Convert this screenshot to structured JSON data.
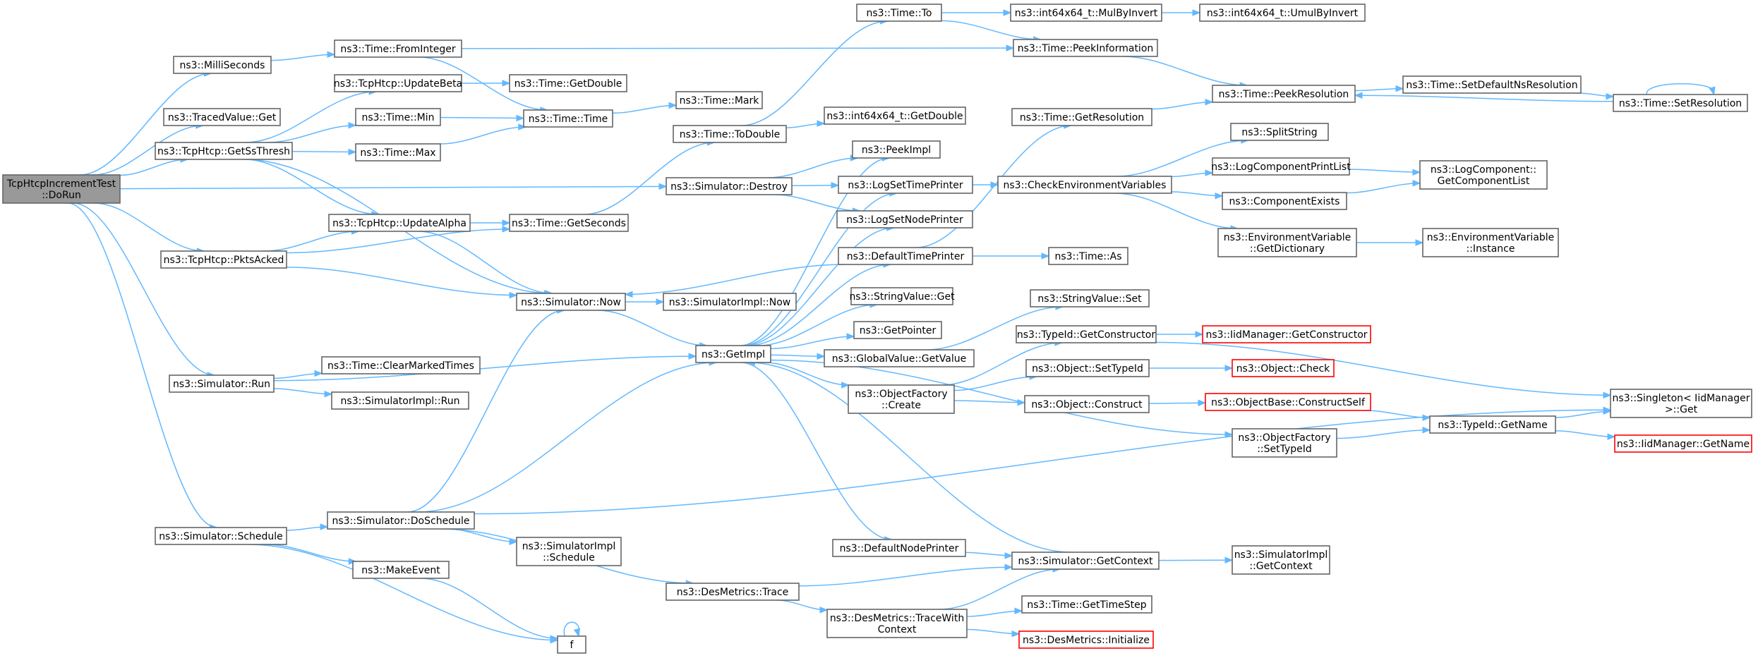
{
  "colors": {
    "edge": "#63b8ff",
    "node_border": "#666666",
    "node_fill": "#ffffff",
    "root_fill": "#999999",
    "root_border": "#666666",
    "truncated_border": "#ff0000"
  },
  "nodes": [
    {
      "id": "root",
      "lines": [
        "TcpHtcpIncrementTest",
        "::DoRun"
      ],
      "kind": "root"
    },
    {
      "id": "milliseconds",
      "lines": [
        "ns3::MilliSeconds"
      ]
    },
    {
      "id": "fromInteger",
      "lines": [
        "ns3::Time::FromInteger"
      ]
    },
    {
      "id": "tracedGet",
      "lines": [
        "ns3::TracedValue::Get"
      ]
    },
    {
      "id": "updateBeta",
      "lines": [
        "ns3::TcpHtcp::UpdateBeta"
      ]
    },
    {
      "id": "timeGetDouble",
      "lines": [
        "ns3::Time::GetDouble"
      ]
    },
    {
      "id": "timeMin",
      "lines": [
        "ns3::Time::Min"
      ]
    },
    {
      "id": "timeTime",
      "lines": [
        "ns3::Time::Time"
      ]
    },
    {
      "id": "timeMark",
      "lines": [
        "ns3::Time::Mark"
      ]
    },
    {
      "id": "getSsThresh",
      "lines": [
        "ns3::TcpHtcp::GetSsThresh"
      ]
    },
    {
      "id": "timeMax",
      "lines": [
        "ns3::Time::Max"
      ]
    },
    {
      "id": "timeTo",
      "lines": [
        "ns3::Time::To"
      ]
    },
    {
      "id": "mulByInvert",
      "lines": [
        "ns3::int64x64_t::MulByInvert"
      ]
    },
    {
      "id": "umulByInvert",
      "lines": [
        "ns3::int64x64_t::UmulByInvert"
      ]
    },
    {
      "id": "peekInformation",
      "lines": [
        "ns3::Time::PeekInformation"
      ]
    },
    {
      "id": "peekResolution",
      "lines": [
        "ns3::Time::PeekResolution"
      ]
    },
    {
      "id": "setDefaultNsRes",
      "lines": [
        "ns3::Time::SetDefaultNsResolution"
      ]
    },
    {
      "id": "setResolution",
      "lines": [
        "ns3::Time::SetResolution"
      ]
    },
    {
      "id": "toDouble",
      "lines": [
        "ns3::Time::ToDouble"
      ]
    },
    {
      "id": "int64GetDouble",
      "lines": [
        "ns3::int64x64_t::GetDouble"
      ]
    },
    {
      "id": "timeGetResolution",
      "lines": [
        "ns3::Time::GetResolution"
      ]
    },
    {
      "id": "peekImpl",
      "lines": [
        "ns3::PeekImpl"
      ]
    },
    {
      "id": "splitString",
      "lines": [
        "ns3::SplitString"
      ]
    },
    {
      "id": "simDestroy",
      "lines": [
        "ns3::Simulator::Destroy"
      ]
    },
    {
      "id": "logSetTimePrinter",
      "lines": [
        "ns3::LogSetTimePrinter"
      ]
    },
    {
      "id": "checkEnvVars",
      "lines": [
        "ns3::CheckEnvironmentVariables"
      ]
    },
    {
      "id": "logCompPrintList",
      "lines": [
        "ns3::LogComponentPrintList"
      ]
    },
    {
      "id": "logCompGetList",
      "lines": [
        "ns3::LogComponent::",
        "GetComponentList"
      ]
    },
    {
      "id": "logSetNodePrinter",
      "lines": [
        "ns3::LogSetNodePrinter"
      ]
    },
    {
      "id": "componentExists",
      "lines": [
        "ns3::ComponentExists"
      ]
    },
    {
      "id": "updateAlpha",
      "lines": [
        "ns3::TcpHtcp::UpdateAlpha"
      ]
    },
    {
      "id": "timeGetSeconds",
      "lines": [
        "ns3::Time::GetSeconds"
      ]
    },
    {
      "id": "envVarGetDict",
      "lines": [
        "ns3::EnvironmentVariable",
        "::GetDictionary"
      ]
    },
    {
      "id": "envVarInstance",
      "lines": [
        "ns3::EnvironmentVariable",
        "::Instance"
      ]
    },
    {
      "id": "pktsAcked",
      "lines": [
        "ns3::TcpHtcp::PktsAcked"
      ]
    },
    {
      "id": "defaultTimePrinter",
      "lines": [
        "ns3::DefaultTimePrinter"
      ]
    },
    {
      "id": "timeAs",
      "lines": [
        "ns3::Time::As"
      ]
    },
    {
      "id": "simNow",
      "lines": [
        "ns3::Simulator::Now"
      ]
    },
    {
      "id": "simImplNow",
      "lines": [
        "ns3::SimulatorImpl::Now"
      ]
    },
    {
      "id": "stringValueGet",
      "lines": [
        "ns3::StringValue::Get"
      ]
    },
    {
      "id": "stringValueSet",
      "lines": [
        "ns3::StringValue::Set"
      ]
    },
    {
      "id": "getPointer",
      "lines": [
        "ns3::GetPointer"
      ]
    },
    {
      "id": "typeIdGetConstructor",
      "lines": [
        "ns3::TypeId::GetConstructor"
      ]
    },
    {
      "id": "iidGetConstructor",
      "lines": [
        "ns3::IidManager::GetConstructor"
      ],
      "kind": "truncated"
    },
    {
      "id": "getImpl",
      "lines": [
        "ns3::GetImpl"
      ]
    },
    {
      "id": "globalValueGetValue",
      "lines": [
        "ns3::GlobalValue::GetValue"
      ]
    },
    {
      "id": "objectSetTypeId",
      "lines": [
        "ns3::Object::SetTypeId"
      ]
    },
    {
      "id": "objectCheck",
      "lines": [
        "ns3::Object::Check"
      ],
      "kind": "truncated"
    },
    {
      "id": "clearMarkedTimes",
      "lines": [
        "ns3::Time::ClearMarkedTimes"
      ]
    },
    {
      "id": "simRun",
      "lines": [
        "ns3::Simulator::Run"
      ]
    },
    {
      "id": "objFactoryCreate",
      "lines": [
        "ns3::ObjectFactory",
        "::Create"
      ]
    },
    {
      "id": "objectConstruct",
      "lines": [
        "ns3::Object::Construct"
      ]
    },
    {
      "id": "constructSelf",
      "lines": [
        "ns3::ObjectBase::ConstructSelf"
      ],
      "kind": "truncated"
    },
    {
      "id": "singletonGet",
      "lines": [
        "ns3::Singleton< IidManager",
        " >::Get"
      ]
    },
    {
      "id": "simImplRun",
      "lines": [
        "ns3::SimulatorImpl::Run"
      ]
    },
    {
      "id": "typeIdGetName",
      "lines": [
        "ns3::TypeId::GetName"
      ]
    },
    {
      "id": "objFactorySetTypeId",
      "lines": [
        "ns3::ObjectFactory",
        "::SetTypeId"
      ]
    },
    {
      "id": "iidGetName",
      "lines": [
        "ns3::IidManager::GetName"
      ],
      "kind": "truncated"
    },
    {
      "id": "simSchedule",
      "lines": [
        "ns3::Simulator::Schedule"
      ]
    },
    {
      "id": "simDoSchedule",
      "lines": [
        "ns3::Simulator::DoSchedule"
      ]
    },
    {
      "id": "simImplSchedule",
      "lines": [
        "ns3::SimulatorImpl",
        "::Schedule"
      ]
    },
    {
      "id": "defaultNodePrinter",
      "lines": [
        "ns3::DefaultNodePrinter"
      ]
    },
    {
      "id": "simGetContext",
      "lines": [
        "ns3::Simulator::GetContext"
      ]
    },
    {
      "id": "simImplGetContext",
      "lines": [
        "ns3::SimulatorImpl",
        "::GetContext"
      ]
    },
    {
      "id": "makeEvent",
      "lines": [
        "ns3::MakeEvent"
      ]
    },
    {
      "id": "desTrace",
      "lines": [
        "ns3::DesMetrics::Trace"
      ]
    },
    {
      "id": "desTraceWithContext",
      "lines": [
        "ns3::DesMetrics::TraceWith",
        "Context"
      ]
    },
    {
      "id": "timeGetTimeStep",
      "lines": [
        "ns3::Time::GetTimeStep"
      ]
    },
    {
      "id": "desInitialize",
      "lines": [
        "ns3::DesMetrics::Initialize"
      ],
      "kind": "truncated"
    },
    {
      "id": "f",
      "lines": [
        "f"
      ]
    }
  ],
  "edges": [
    [
      "root",
      "milliseconds"
    ],
    [
      "root",
      "tracedGet"
    ],
    [
      "root",
      "getSsThresh"
    ],
    [
      "root",
      "simDestroy"
    ],
    [
      "root",
      "pktsAcked"
    ],
    [
      "root",
      "simRun"
    ],
    [
      "root",
      "simSchedule"
    ],
    [
      "milliseconds",
      "fromInteger"
    ],
    [
      "fromInteger",
      "timeTime"
    ],
    [
      "fromInteger",
      "peekInformation"
    ],
    [
      "getSsThresh",
      "updateBeta"
    ],
    [
      "getSsThresh",
      "timeMin"
    ],
    [
      "getSsThresh",
      "timeMax"
    ],
    [
      "getSsThresh",
      "updateAlpha"
    ],
    [
      "getSsThresh",
      "simNow"
    ],
    [
      "updateBeta",
      "timeGetDouble"
    ],
    [
      "timeMin",
      "timeTime"
    ],
    [
      "timeMax",
      "timeTime"
    ],
    [
      "timeTime",
      "timeMark"
    ],
    [
      "timeTo",
      "mulByInvert"
    ],
    [
      "timeTo",
      "peekInformation"
    ],
    [
      "mulByInvert",
      "umulByInvert"
    ],
    [
      "peekInformation",
      "peekResolution"
    ],
    [
      "peekResolution",
      "setDefaultNsRes"
    ],
    [
      "setDefaultNsRes",
      "setResolution"
    ],
    [
      "setResolution",
      "peekResolution"
    ],
    [
      "setResolution",
      "setResolution"
    ],
    [
      "toDouble",
      "timeTo"
    ],
    [
      "toDouble",
      "int64GetDouble"
    ],
    [
      "timeGetResolution",
      "peekResolution"
    ],
    [
      "simDestroy",
      "peekImpl"
    ],
    [
      "simDestroy",
      "logSetTimePrinter"
    ],
    [
      "simDestroy",
      "logSetNodePrinter"
    ],
    [
      "logSetTimePrinter",
      "checkEnvVars"
    ],
    [
      "checkEnvVars",
      "splitString"
    ],
    [
      "checkEnvVars",
      "logCompPrintList"
    ],
    [
      "checkEnvVars",
      "componentExists"
    ],
    [
      "checkEnvVars",
      "envVarGetDict"
    ],
    [
      "logCompPrintList",
      "logCompGetList"
    ],
    [
      "componentExists",
      "logCompGetList"
    ],
    [
      "envVarGetDict",
      "envVarInstance"
    ],
    [
      "pktsAcked",
      "updateAlpha"
    ],
    [
      "pktsAcked",
      "timeGetSeconds"
    ],
    [
      "pktsAcked",
      "simNow"
    ],
    [
      "updateAlpha",
      "timeGetSeconds"
    ],
    [
      "updateAlpha",
      "simNow"
    ],
    [
      "timeGetSeconds",
      "toDouble"
    ],
    [
      "defaultTimePrinter",
      "timeGetResolution"
    ],
    [
      "defaultTimePrinter",
      "timeAs"
    ],
    [
      "defaultTimePrinter",
      "simNow"
    ],
    [
      "simNow",
      "simImplNow"
    ],
    [
      "simNow",
      "getImpl"
    ],
    [
      "getImpl",
      "peekImpl"
    ],
    [
      "getImpl",
      "logSetTimePrinter"
    ],
    [
      "getImpl",
      "logSetNodePrinter"
    ],
    [
      "getImpl",
      "defaultTimePrinter"
    ],
    [
      "getImpl",
      "stringValueGet"
    ],
    [
      "getImpl",
      "getPointer"
    ],
    [
      "getImpl",
      "globalValueGetValue"
    ],
    [
      "getImpl",
      "objFactoryCreate"
    ],
    [
      "getImpl",
      "objFactorySetTypeId"
    ],
    [
      "getImpl",
      "defaultNodePrinter"
    ],
    [
      "globalValueGetValue",
      "stringValueSet"
    ],
    [
      "objFactoryCreate",
      "typeIdGetConstructor"
    ],
    [
      "objFactoryCreate",
      "objectSetTypeId"
    ],
    [
      "objFactoryCreate",
      "objectConstruct"
    ],
    [
      "typeIdGetConstructor",
      "iidGetConstructor"
    ],
    [
      "typeIdGetConstructor",
      "singletonGet"
    ],
    [
      "objectSetTypeId",
      "objectCheck"
    ],
    [
      "objectConstruct",
      "constructSelf"
    ],
    [
      "constructSelf",
      "typeIdGetName"
    ],
    [
      "typeIdGetName",
      "singletonGet"
    ],
    [
      "typeIdGetName",
      "iidGetName"
    ],
    [
      "objFactorySetTypeId",
      "typeIdGetName"
    ],
    [
      "simRun",
      "clearMarkedTimes"
    ],
    [
      "simRun",
      "simImplRun"
    ],
    [
      "simRun",
      "getImpl"
    ],
    [
      "simSchedule",
      "simDoSchedule"
    ],
    [
      "simSchedule",
      "makeEvent"
    ],
    [
      "simSchedule",
      "f"
    ],
    [
      "simDoSchedule",
      "simNow"
    ],
    [
      "simDoSchedule",
      "getImpl"
    ],
    [
      "simDoSchedule",
      "simImplSchedule"
    ],
    [
      "simDoSchedule",
      "desTrace"
    ],
    [
      "simDoSchedule",
      "singletonGet"
    ],
    [
      "makeEvent",
      "f"
    ],
    [
      "f",
      "f"
    ],
    [
      "defaultNodePrinter",
      "simGetContext"
    ],
    [
      "simGetContext",
      "simImplGetContext"
    ],
    [
      "simGetContext",
      "getImpl"
    ],
    [
      "desTrace",
      "simGetContext"
    ],
    [
      "desTrace",
      "desTraceWithContext"
    ],
    [
      "desTraceWithContext",
      "simGetContext"
    ],
    [
      "desTraceWithContext",
      "timeGetTimeStep"
    ],
    [
      "desTraceWithContext",
      "desInitialize"
    ]
  ]
}
